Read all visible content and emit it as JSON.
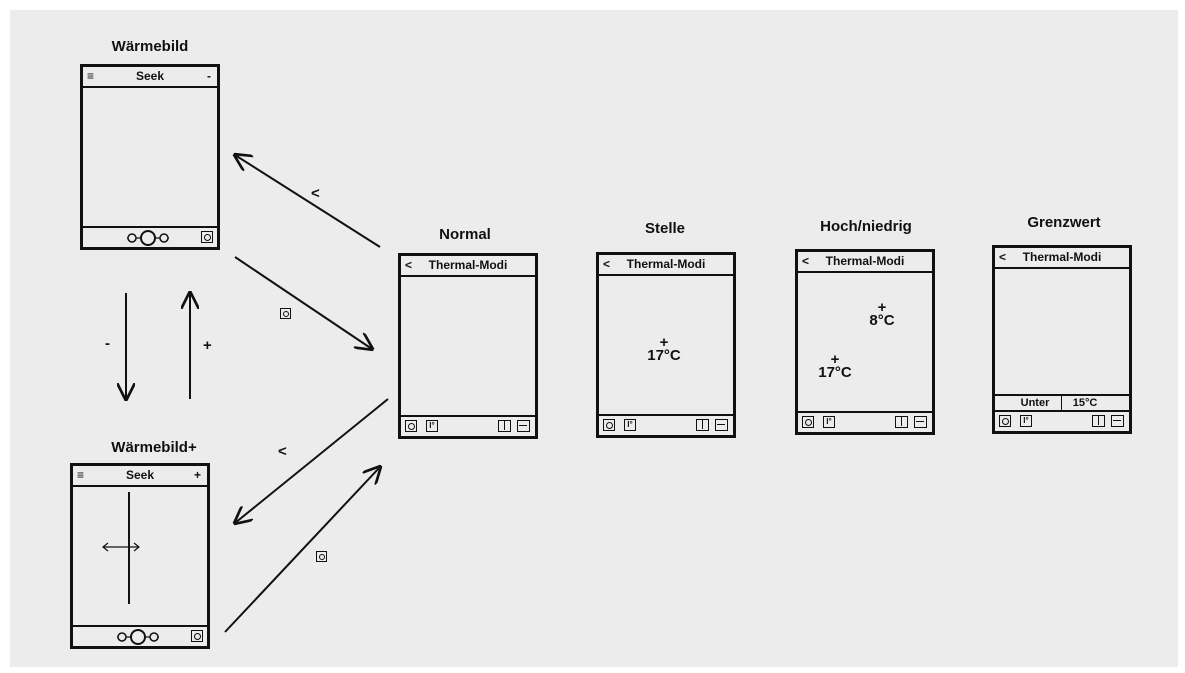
{
  "screens": {
    "waermebild": {
      "title": "Wärmebild",
      "app_title": "Seek",
      "menu_icon": "≡",
      "zoom_symbol": "-"
    },
    "waermebild_plus": {
      "title": "Wärmebild+",
      "app_title": "Seek",
      "menu_icon": "≡",
      "zoom_symbol": "+"
    },
    "normal": {
      "title": "Normal",
      "header": "Thermal-Modi",
      "back": "<"
    },
    "stelle": {
      "title": "Stelle",
      "header": "Thermal-Modi",
      "back": "<",
      "temp": "17°C"
    },
    "hoch_niedrig": {
      "title": "Hoch/niedrig",
      "header": "Thermal-Modi",
      "back": "<",
      "temp_high": "8°C",
      "temp_low": "17°C"
    },
    "grenzwert": {
      "title": "Grenzwert",
      "header": "Thermal-Modi",
      "back": "<",
      "threshold_label": "Unter",
      "threshold_value": "15°C"
    }
  },
  "transitions": {
    "minus": "-",
    "plus": "+",
    "back_upper": "<",
    "back_lower": "<",
    "crosshair": "+"
  },
  "icons": {
    "camera": "camera-icon",
    "shutter": "shutter-icon",
    "temp_unit": "°C",
    "temp_unit_icon": "I°"
  }
}
